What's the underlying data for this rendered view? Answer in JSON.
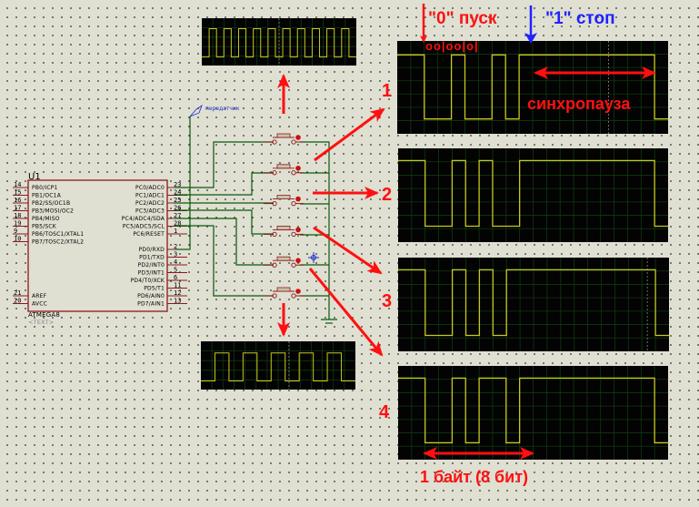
{
  "colors": {
    "background": "#dfdfd2",
    "wire": "#0a5a0a",
    "chip_border": "#8b1a1a",
    "pin": "#8b1a1a",
    "scope_bg": "#030303",
    "scope_grid": "#0f3a0f",
    "trace": "#c8c81e",
    "annotation_red": "#ff1010",
    "annotation_blue": "#1f22ff",
    "probe_blue": "#1a2cc8"
  },
  "chip": {
    "ref": "U1",
    "part": "ATMEGA8",
    "text_placeholder": "<TEXT>",
    "left_pins": [
      {
        "num": "14",
        "label": "PB0/ICP1"
      },
      {
        "num": "15",
        "label": "PB1/OC1A"
      },
      {
        "num": "16",
        "label": "PB2/SS/OC1B"
      },
      {
        "num": "17",
        "label": "PB3/MOSI/OC2"
      },
      {
        "num": "18",
        "label": "PB4/MISO"
      },
      {
        "num": "19",
        "label": "PB5/SCK"
      },
      {
        "num": "9",
        "label": "PB6/TOSC1/XTAL1"
      },
      {
        "num": "10",
        "label": "PB7/TOSC2/XTAL2"
      }
    ],
    "left_power_pins": [
      {
        "num": "21",
        "label": "AREF"
      },
      {
        "num": "20",
        "label": "AVCC"
      }
    ],
    "right_pins_c": [
      {
        "num": "23",
        "label": "PC0/ADC0"
      },
      {
        "num": "24",
        "label": "PC1/ADC1"
      },
      {
        "num": "25",
        "label": "PC2/ADC2"
      },
      {
        "num": "26",
        "label": "PC3/ADC3"
      },
      {
        "num": "27",
        "label": "PC4/ADC4/SDA"
      },
      {
        "num": "28",
        "label": "PC5/ADC5/SCL"
      },
      {
        "num": "1",
        "label": "PC6/RESET"
      }
    ],
    "right_pins_d": [
      {
        "num": "2",
        "label": "PD0/RXD"
      },
      {
        "num": "3",
        "label": "PD1/TXD"
      },
      {
        "num": "4",
        "label": "PD2/INT0"
      },
      {
        "num": "5",
        "label": "PD3/INT1"
      },
      {
        "num": "6",
        "label": "PD4/T0/XCK"
      },
      {
        "num": "11",
        "label": "PD5/T1"
      },
      {
        "num": "12",
        "label": "PD6/AIN0"
      },
      {
        "num": "13",
        "label": "PD7/AIN1"
      }
    ]
  },
  "net_label": "передатчик",
  "button_count": 6,
  "annotations": {
    "start_label": "\"0\" пуск",
    "stop_label": "\"1\" стоп",
    "bits_label": "oo|oo|o|",
    "sync_pause": "синхропауза",
    "byte_label": "1 байт (8 бит)",
    "channel_numbers": [
      "1",
      "2",
      "3",
      "4"
    ]
  },
  "scopes": {
    "top_small": {
      "levels": [
        0,
        1,
        0,
        1,
        0,
        1,
        0,
        1,
        0,
        1,
        0,
        1,
        0,
        1,
        0,
        1,
        0,
        1,
        0,
        1,
        0
      ],
      "note": "square wave ~10 periods"
    },
    "bottom_small": {
      "levels": [
        0,
        1,
        0,
        1,
        0,
        1,
        0,
        1,
        0,
        1,
        0
      ],
      "note": "square wave ~5 periods"
    },
    "channel_1": {
      "bits": [
        1,
        1,
        0,
        0,
        1,
        0,
        0,
        1,
        0,
        1,
        1,
        1,
        1,
        1,
        1,
        1,
        1,
        1,
        1,
        0
      ]
    },
    "channel_2": {
      "bits": [
        1,
        1,
        0,
        0,
        1,
        0,
        1,
        0,
        0,
        1,
        1,
        1,
        1,
        1,
        1,
        1,
        1,
        1,
        1,
        0
      ]
    },
    "channel_3": {
      "bits": [
        1,
        1,
        0,
        0,
        1,
        0,
        1,
        0,
        1,
        1,
        1,
        1,
        1,
        1,
        1,
        1,
        1,
        1,
        1,
        0
      ]
    },
    "channel_4": {
      "bits": [
        1,
        1,
        0,
        0,
        1,
        0,
        1,
        1,
        0,
        1,
        1,
        1,
        1,
        1,
        1,
        1,
        1,
        1,
        1,
        0
      ]
    }
  }
}
